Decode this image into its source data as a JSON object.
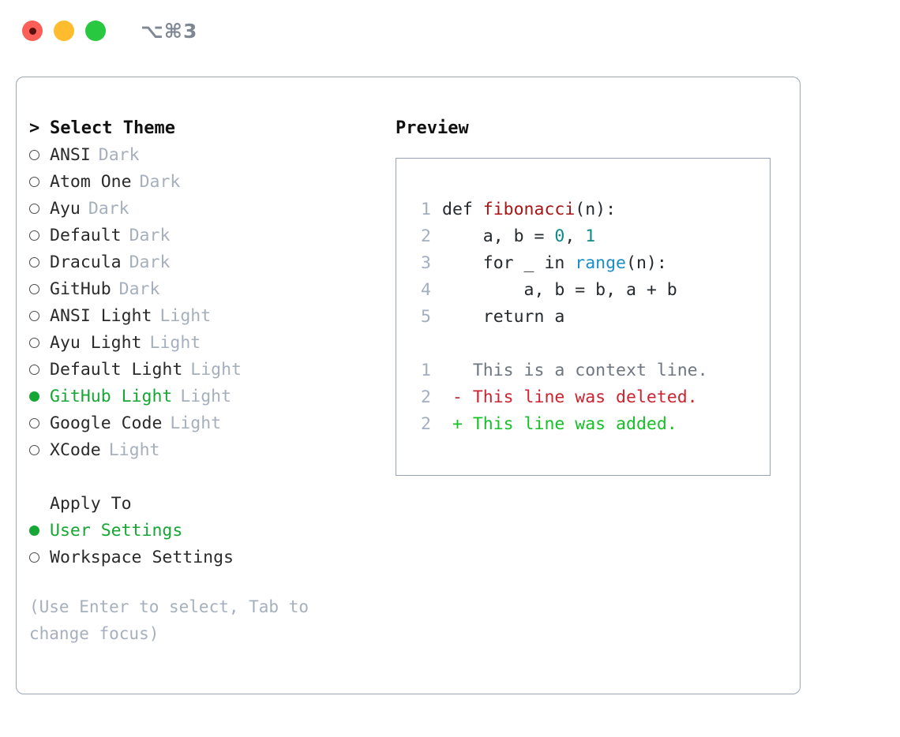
{
  "window": {
    "title": "⌥⌘3",
    "traffic_lights": [
      {
        "name": "close-button",
        "color": "#fb5f57"
      },
      {
        "name": "minimize-button",
        "color": "#febc2e"
      },
      {
        "name": "maximize-button",
        "color": "#28c840"
      }
    ]
  },
  "theme_picker": {
    "header": "Select Theme",
    "header_marker": ">",
    "selected_color": "#16a634",
    "mode_color": "#a6b0bd",
    "items": [
      {
        "name": "ANSI",
        "mode": "Dark",
        "selected": false
      },
      {
        "name": "Atom One",
        "mode": "Dark",
        "selected": false
      },
      {
        "name": "Ayu",
        "mode": "Dark",
        "selected": false
      },
      {
        "name": "Default",
        "mode": "Dark",
        "selected": false
      },
      {
        "name": "Dracula",
        "mode": "Dark",
        "selected": false
      },
      {
        "name": "GitHub",
        "mode": "Dark",
        "selected": false
      },
      {
        "name": "ANSI Light",
        "mode": "Light",
        "selected": false
      },
      {
        "name": "Ayu Light",
        "mode": "Light",
        "selected": false
      },
      {
        "name": "Default Light",
        "mode": "Light",
        "selected": false
      },
      {
        "name": "GitHub Light",
        "mode": "Light",
        "selected": true
      },
      {
        "name": "Google Code",
        "mode": "Light",
        "selected": false
      },
      {
        "name": "XCode",
        "mode": "Light",
        "selected": false
      }
    ]
  },
  "apply_to": {
    "header": "Apply To",
    "options": [
      {
        "label": "User Settings",
        "selected": true
      },
      {
        "label": "Workspace Settings",
        "selected": false
      }
    ]
  },
  "hint": "(Use Enter to select, Tab to change focus)",
  "preview": {
    "title": "Preview",
    "code_lines": [
      {
        "n": "1",
        "tokens": [
          {
            "t": "def ",
            "c": "plain"
          },
          {
            "t": "fibonacci",
            "c": "func"
          },
          {
            "t": "(n):",
            "c": "plain"
          }
        ]
      },
      {
        "n": "2",
        "tokens": [
          {
            "t": "    a, b = ",
            "c": "plain"
          },
          {
            "t": "0",
            "c": "num"
          },
          {
            "t": ", ",
            "c": "plain"
          },
          {
            "t": "1",
            "c": "num"
          }
        ]
      },
      {
        "n": "3",
        "tokens": [
          {
            "t": "    for _ in ",
            "c": "plain"
          },
          {
            "t": "range",
            "c": "builtin"
          },
          {
            "t": "(n):",
            "c": "plain"
          }
        ]
      },
      {
        "n": "4",
        "tokens": [
          {
            "t": "        a, b = b, a + b",
            "c": "plain"
          }
        ]
      },
      {
        "n": "5",
        "tokens": [
          {
            "t": "    return a",
            "c": "plain"
          }
        ]
      }
    ],
    "diff_lines": [
      {
        "n": "1",
        "sign": " ",
        "text": " This is a context line.",
        "kind": "context"
      },
      {
        "n": "2",
        "sign": "-",
        "text": " This line was deleted.",
        "kind": "del"
      },
      {
        "n": "2",
        "sign": "+",
        "text": " This line was added.",
        "kind": "add"
      }
    ]
  }
}
